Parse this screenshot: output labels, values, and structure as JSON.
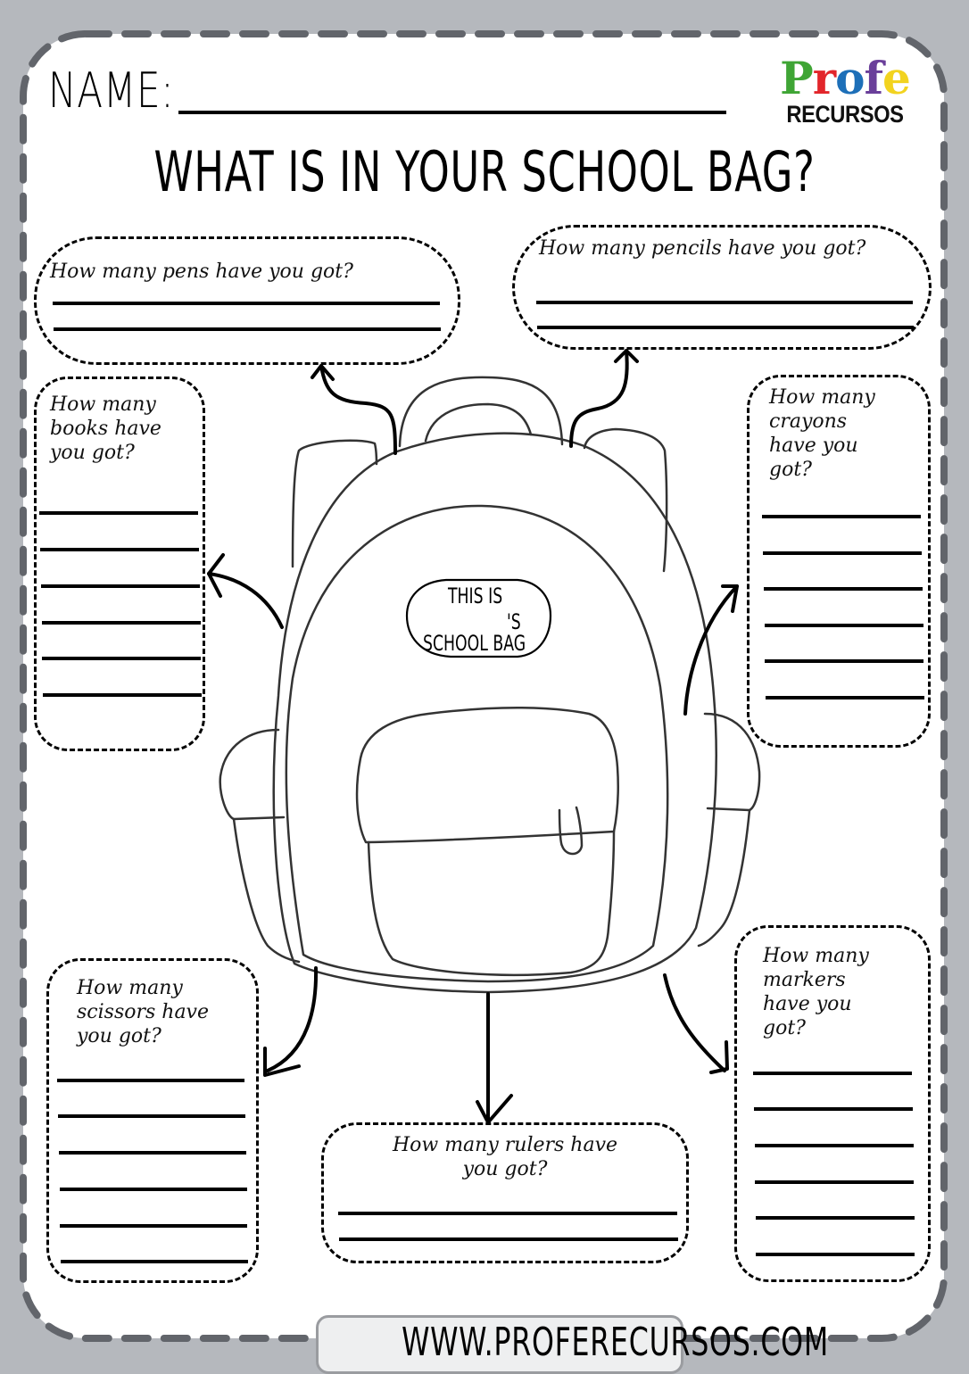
{
  "header": {
    "name_label": "NAME:",
    "title": "WHAT IS IN YOUR SCHOOL BAG?"
  },
  "logo": {
    "profe_letters": [
      {
        "char": "P",
        "color": "#3fa535"
      },
      {
        "char": "r",
        "color": "#e2262b"
      },
      {
        "char": "o",
        "color": "#1d6fb8"
      },
      {
        "char": "f",
        "color": "#6a3f9a"
      },
      {
        "char": "e",
        "color": "#f2d320"
      }
    ],
    "recursos": "RECURSOS"
  },
  "backpack": {
    "name_tag_line1": "THIS IS",
    "name_tag_possessive": "'S",
    "name_tag_line2": "SCHOOL BAG"
  },
  "questions": {
    "pens": {
      "label": "How many pens have you got?",
      "answer_lines": 2
    },
    "pencils": {
      "label": "How many pencils have you got?",
      "answer_lines": 2
    },
    "books": {
      "label_lines": [
        "How many",
        "books have",
        "you got?"
      ],
      "answer_lines": 6
    },
    "crayons": {
      "label_lines": [
        "How many",
        "crayons",
        "have you",
        "got?"
      ],
      "answer_lines": 6
    },
    "scissors": {
      "label_lines": [
        "How many",
        "scissors have",
        "you got?"
      ],
      "answer_lines": 6
    },
    "rulers": {
      "label_lines": [
        "How many rulers have",
        "you got?"
      ],
      "answer_lines": 2
    },
    "markers": {
      "label_lines": [
        "How many",
        "markers",
        "have you",
        "got?"
      ],
      "answer_lines": 6
    }
  },
  "footer": {
    "url": "WWW.PROFERECURSOS.COM"
  },
  "colors": {
    "background": "#b5b8bd",
    "sheet": "#ffffff",
    "sheet_border": "#62656b",
    "ink": "#000000"
  }
}
